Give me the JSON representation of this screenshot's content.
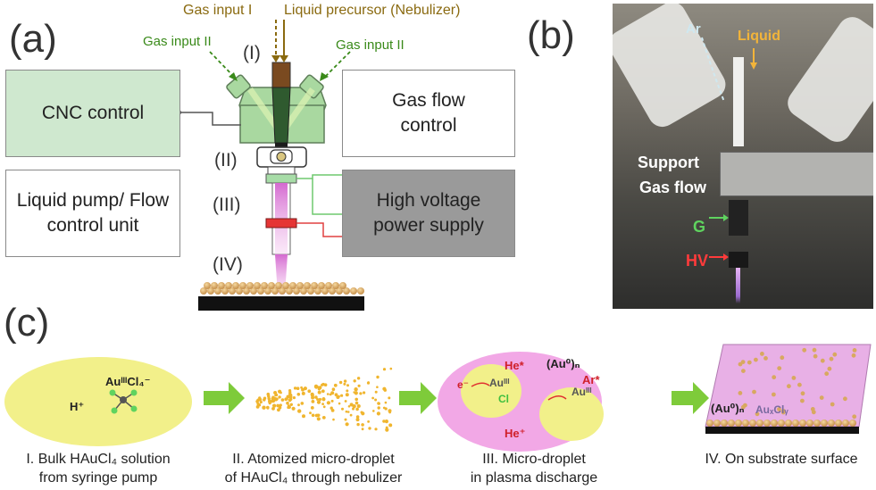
{
  "panels": {
    "a": "(a)",
    "b": "(b)",
    "c": "(c)"
  },
  "panel_a": {
    "gas_input_1": "Gas input I",
    "liquid_precursor": "Liquid precursor (Nebulizer)",
    "gas_input_2_left": "Gas input II",
    "gas_input_2_right": "Gas input II",
    "stage_1": "(I)",
    "stage_2": "(II)",
    "stage_3": "(III)",
    "stage_4": "(IV)",
    "cnc_control": "CNC control",
    "gas_flow_control": "Gas flow control",
    "liquid_pump": "Liquid pump/ Flow control unit",
    "high_voltage": "High voltage power supply"
  },
  "panel_b": {
    "ar": "Ar",
    "liquid": "Liquid",
    "support": "Support",
    "gas_flow": "Gas flow",
    "g": "G",
    "hv": "HV"
  },
  "panel_c": {
    "step1_ions": {
      "cation": "H⁺",
      "anion": "AuᴵᴵᴵCl₄⁻"
    },
    "step3_labels": {
      "he_star": "He*",
      "au_n": "(Au⁰)ₙ",
      "ar_star": "Ar*",
      "he_plus": "He⁺",
      "e": "e⁻",
      "au3": "Auᴵᴵᴵ",
      "cl": "Cl"
    },
    "step4_labels": {
      "au_n": "(Au⁰)ₙ",
      "auxcly": "AuₓClᵧ"
    },
    "captions": {
      "c1_line1": "I. Bulk HAuCl₄ solution",
      "c1_line2": "from syringe pump",
      "c2_line1": "II. Atomized micro-droplet",
      "c2_line2": "of HAuCl₄ through nebulizer",
      "c3_line1": "III. Micro-droplet",
      "c3_line2": "in plasma discharge",
      "c4_line1": "IV. On substrate surface"
    }
  },
  "colors": {
    "box_green": "#cfe8cf",
    "gas_green": "#3a8a1a",
    "arrow_gold": "#8a6a10",
    "solution_yellow": "#f2f08a",
    "plasma_pink": "#f2a8e6",
    "arrow_green": "#7ecb3a"
  }
}
